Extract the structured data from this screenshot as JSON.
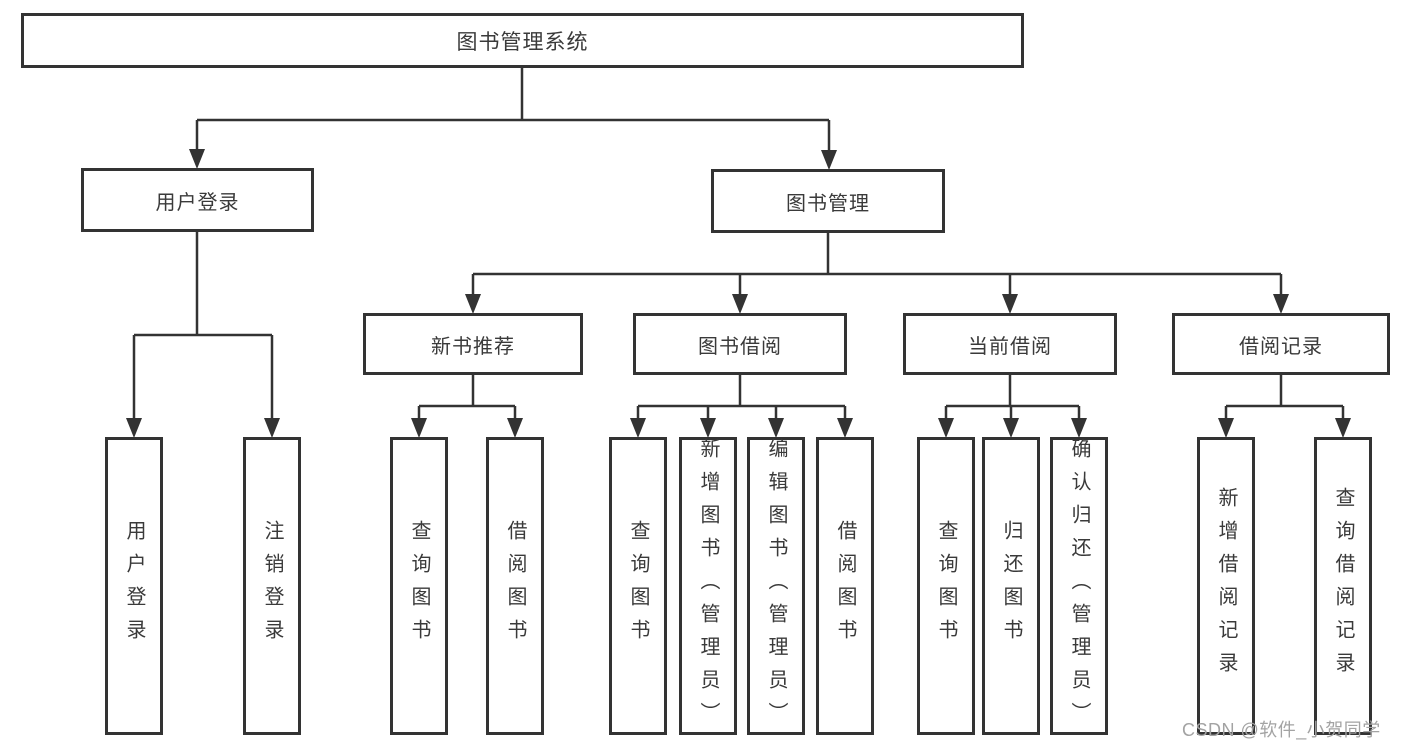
{
  "colors": {
    "line": "#333333",
    "text": "#3a3a3a",
    "watermark": "#a3a3a3",
    "background": "#ffffff"
  },
  "watermark": "CSDN @软件_小贺同学",
  "tree": {
    "root": {
      "label": "图书管理系统"
    },
    "branches": [
      {
        "label": "用户登录",
        "children": [
          {
            "label": "用户登录"
          },
          {
            "label": "注销登录"
          }
        ]
      },
      {
        "label": "图书管理",
        "children": [
          {
            "label": "新书推荐",
            "children": [
              {
                "label": "查询图书"
              },
              {
                "label": "借阅图书"
              }
            ]
          },
          {
            "label": "图书借阅",
            "children": [
              {
                "label": "查询图书"
              },
              {
                "label": "新增图书（管理员）"
              },
              {
                "label": "编辑图书（管理员）"
              },
              {
                "label": "借阅图书"
              }
            ]
          },
          {
            "label": "当前借阅",
            "children": [
              {
                "label": "查询图书"
              },
              {
                "label": "归还图书"
              },
              {
                "label": "确认归还（管理员）"
              }
            ]
          },
          {
            "label": "借阅记录",
            "children": [
              {
                "label": "新增借阅记录"
              },
              {
                "label": "查询借阅记录"
              }
            ]
          }
        ]
      }
    ]
  }
}
